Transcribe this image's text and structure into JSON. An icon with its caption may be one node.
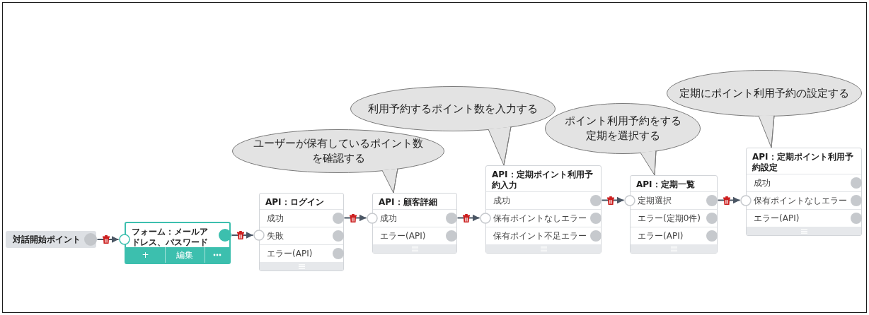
{
  "diagram": {
    "nodes": [
      {
        "text": [
          "対話開始ポイント"
        ]
      },
      {
        "text": [
          "フォーム：メールアドレス、パスワード",
          "+",
          "編集"
        ]
      },
      {
        "text": [
          "API：ログイン"
        ]
      },
      {
        "text": [
          "成功"
        ],
        "in": 2
      },
      {
        "text": [
          "失敗"
        ],
        "in": 2
      },
      {
        "text": [
          "エラー(API)"
        ],
        "in": 2
      },
      {
        "text": [
          "API：顧客詳細"
        ]
      },
      {
        "text": [
          "成功"
        ],
        "in": 6
      },
      {
        "text": [
          "エラー(API)"
        ],
        "in": 6
      },
      {
        "text": [
          "API：定期ポイント利用予約入力"
        ]
      },
      {
        "text": [
          "成功"
        ],
        "in": 9
      },
      {
        "text": [
          "保有ポイントなしエラー"
        ],
        "in": 9
      },
      {
        "text": [
          "保有ポイント不足エラー"
        ],
        "in": 9
      },
      {
        "text": [
          "API：定期一覧"
        ]
      },
      {
        "text": [
          "定期選択"
        ],
        "in": 13
      },
      {
        "text": [
          "エラー(定期0件)"
        ],
        "in": 13
      },
      {
        "text": [
          "エラー(API)"
        ],
        "in": 13
      },
      {
        "text": [
          "API：定期ポイント利用予約設定"
        ]
      },
      {
        "text": [
          "成功"
        ],
        "in": 17
      },
      {
        "text": [
          "保有ポイントなしエラー"
        ],
        "in": 17
      },
      {
        "text": [
          "エラー(API)"
        ],
        "in": 17
      },
      {
        "text": [
          "ユーザーが保有しているポイント数を確認する"
        ]
      },
      {
        "text": [
          "利用予約するポイント数を入力する"
        ]
      },
      {
        "text": [
          "ポイント利用予約をする定期を選択する"
        ]
      },
      {
        "text": [
          "定期にポイント利用予約の設定する"
        ]
      }
    ],
    "edges": [
      {
        "from": 0,
        "to": 1,
        "arrow": "to"
      },
      {
        "from": 1,
        "to": 2,
        "arrow": "to"
      },
      {
        "from": 3,
        "to": 6,
        "arrow": "to"
      },
      {
        "from": 7,
        "to": 9,
        "arrow": "to"
      },
      {
        "from": 10,
        "to": 13,
        "arrow": "to"
      },
      {
        "from": 14,
        "to": 17,
        "arrow": "to"
      },
      {
        "from": 21,
        "to": 6,
        "arrow": "to"
      },
      {
        "from": 22,
        "to": 9,
        "arrow": "to"
      },
      {
        "from": 23,
        "to": 13,
        "arrow": "to"
      },
      {
        "from": 24,
        "to": 17,
        "arrow": "to"
      }
    ]
  }
}
